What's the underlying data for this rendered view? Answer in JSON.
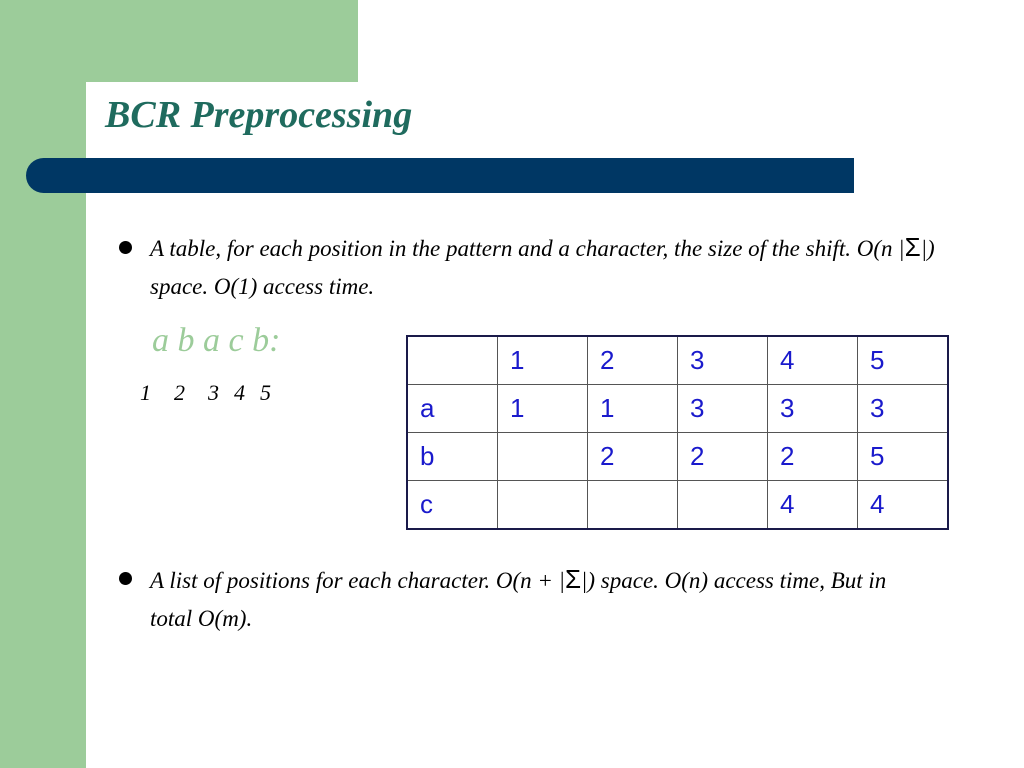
{
  "slide": {
    "title": "BCR Preprocessing",
    "bullet1": {
      "before_sigma": "A table, for each position in the pattern and a character, the size of the shift. O(n |",
      "sigma": "Σ",
      "after_sigma": "|) space. O(1) access time."
    },
    "pattern_label": "a b a c b:",
    "positions": [
      "1",
      "2",
      "3",
      "4",
      "5"
    ],
    "bullet2": {
      "before_sigma": "A list of positions for each character. O(n + |",
      "sigma": "Σ",
      "after_sigma": "|) space. O(n) access time, But in total O(m)."
    }
  },
  "shift_table": {
    "header": [
      "",
      "1",
      "2",
      "3",
      "4",
      "5"
    ],
    "rows": [
      [
        "a",
        "1",
        "1",
        "3",
        "3",
        "3"
      ],
      [
        "b",
        "",
        "2",
        "2",
        "2",
        "5"
      ],
      [
        "c",
        "",
        "",
        "",
        "4",
        "4"
      ]
    ]
  },
  "colors": {
    "accent_green": "#9ccc9a",
    "title_color": "#1f6b5e",
    "bar_navy": "#003764",
    "table_text_blue": "#1a1acc"
  }
}
